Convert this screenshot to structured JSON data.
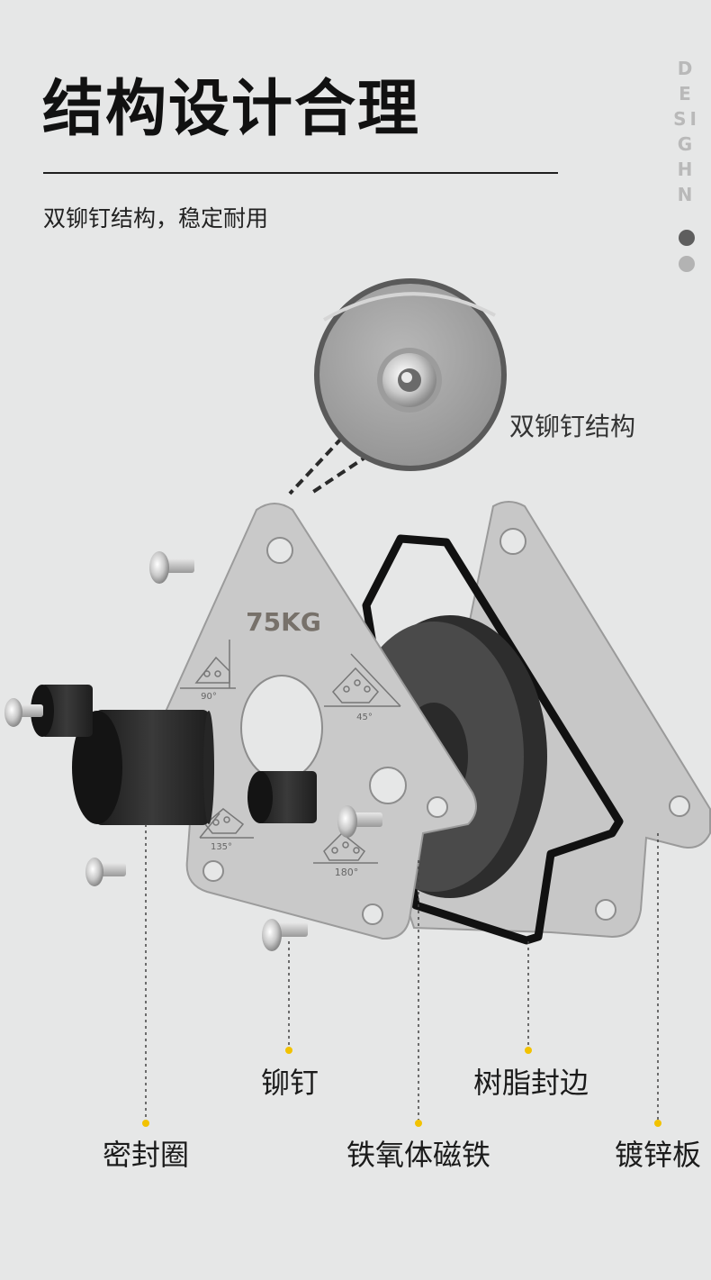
{
  "header": {
    "title": "结构设计合理",
    "subtitle": "双铆钉结构，稳定耐用",
    "side_word": "DESIGHN"
  },
  "illustration": {
    "weight_label": "75KG",
    "angle_marks": [
      "90°",
      "45°",
      "135°",
      "180°"
    ],
    "detail_callout": "双铆钉结构"
  },
  "parts": {
    "rivet": "铆钉",
    "resin_edge": "树脂封边",
    "seal_ring": "密封圈",
    "ferrite_magnet": "铁氧体磁铁",
    "galvanized_plate": "镀锌板"
  },
  "colors": {
    "background": "#e6e7e7",
    "leader_dot": "#f2c200",
    "plate": "#c4c4c4",
    "magnet": "#3d3d3d"
  }
}
